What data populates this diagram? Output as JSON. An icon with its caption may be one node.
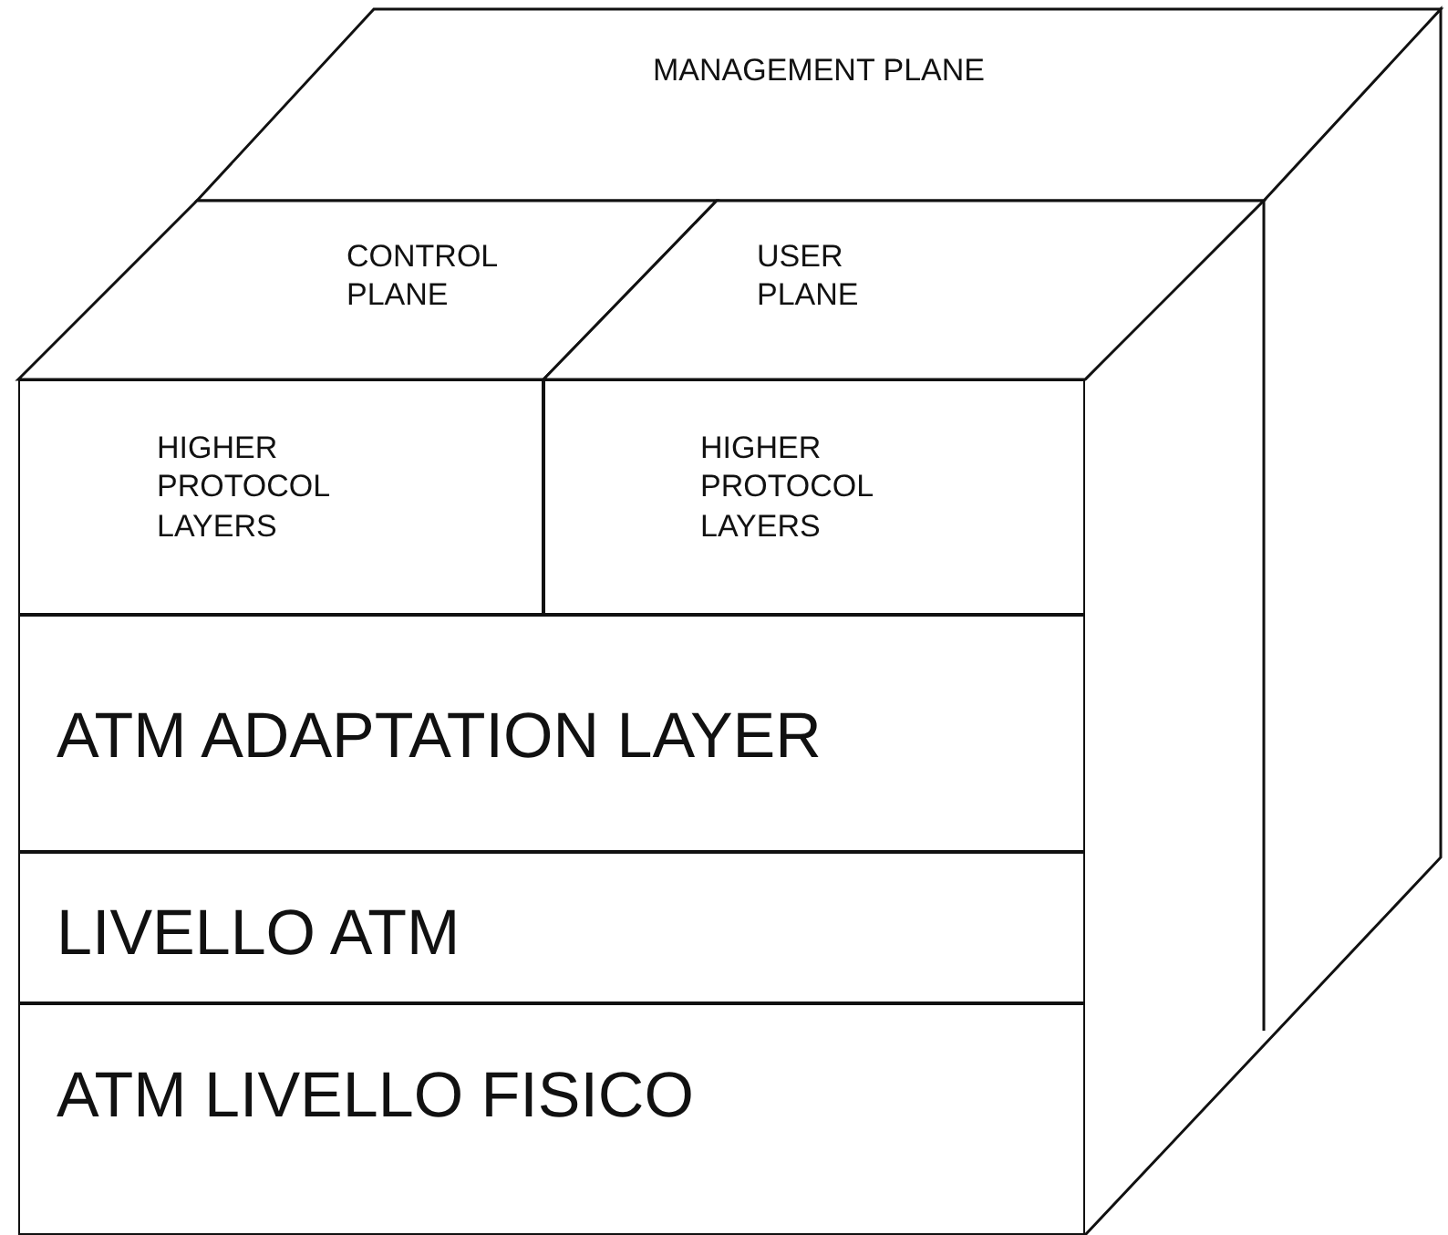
{
  "diagram": {
    "nodes": [
      {
        "text": [
          "MANAGEMENT PLANE"
        ]
      },
      {
        "text": [
          "CONTROL PLANE"
        ]
      },
      {
        "text": [
          "USER PLANE"
        ]
      },
      {
        "text": [
          "HIGHER PROTOCOL LAYERS"
        ]
      },
      {
        "text": [
          "HIGHER PROTOCOL LAYERS"
        ]
      },
      {
        "text": [
          "ATM ADAPTATION LAYER"
        ]
      },
      {
        "text": [
          "LIVELLO ATM"
        ]
      },
      {
        "text": [
          "ATM LIVELLO FISICO"
        ]
      }
    ]
  }
}
